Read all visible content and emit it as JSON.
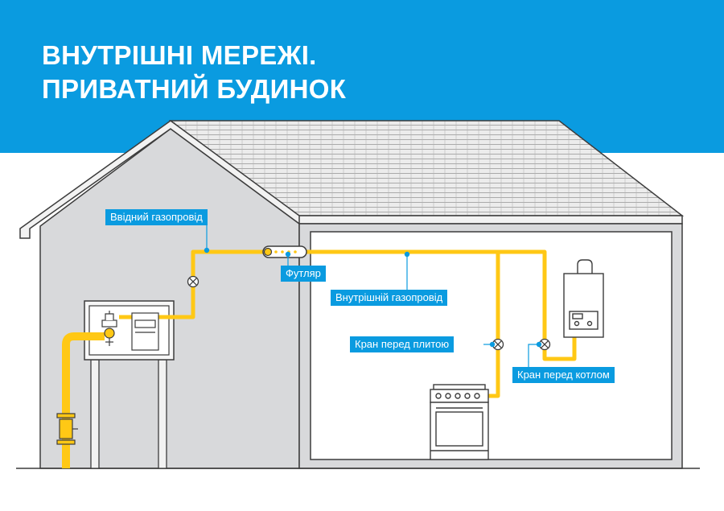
{
  "header": {
    "title_line1": "ВНУТРІШНІ МЕРЕЖІ.",
    "title_line2": "ПРИВАТНИЙ БУДИНОК"
  },
  "labels": {
    "inlet_pipe": "Ввідний газопровід",
    "sleeve": "Футляр",
    "internal_pipe": "Внутрішній газопровід",
    "stove_valve": "Кран перед плитою",
    "boiler_valve": "Кран перед котлом"
  },
  "colors": {
    "banner": "#0a9be0",
    "pipe": "#ffc815",
    "wall": "#d8d9db",
    "outline": "#3c3c3c"
  }
}
